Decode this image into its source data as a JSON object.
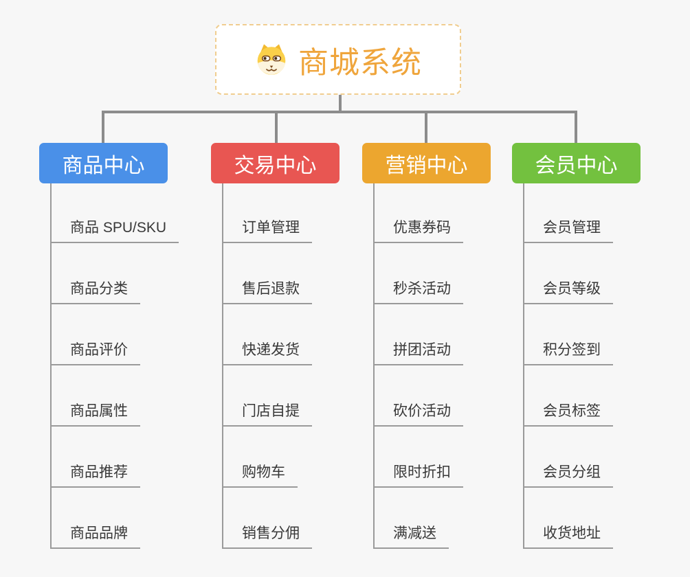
{
  "root": {
    "title": "商城系统",
    "icon": "dog-face-icon"
  },
  "branches": [
    {
      "id": "product",
      "label": "商品中心",
      "color": "#4a90e8",
      "items": [
        "商品 SPU/SKU",
        "商品分类",
        "商品评价",
        "商品属性",
        "商品推荐",
        "商品品牌"
      ]
    },
    {
      "id": "trade",
      "label": "交易中心",
      "color": "#e85652",
      "items": [
        "订单管理",
        "售后退款",
        "快递发货",
        "门店自提",
        "购物车",
        "销售分佣"
      ]
    },
    {
      "id": "marketing",
      "label": "营销中心",
      "color": "#eca62f",
      "items": [
        "优惠券码",
        "秒杀活动",
        "拼团活动",
        "砍价活动",
        "限时折扣",
        "满减送"
      ]
    },
    {
      "id": "member",
      "label": "会员中心",
      "color": "#73c13f",
      "items": [
        "会员管理",
        "会员等级",
        "积分签到",
        "会员标签",
        "会员分组",
        "收货地址"
      ]
    }
  ],
  "colors": {
    "background": "#f7f7f7",
    "connector": "#8c8c8c",
    "leaf_line": "#9a9a9a",
    "leaf_text": "#383838",
    "root_title": "#efa53c",
    "root_border": "#f0cd8f"
  }
}
